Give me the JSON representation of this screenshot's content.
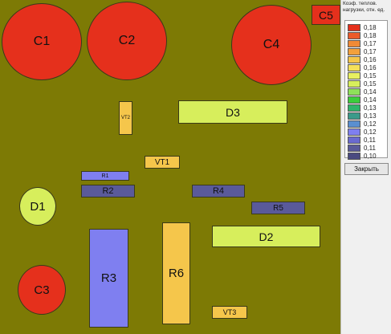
{
  "colors": {
    "board": "#7d7a05",
    "hot": "#e5301c",
    "yellow_green": "#d7ee5c",
    "orange_yellow": "#f5c64b",
    "blue_violet": "#7f7ff0",
    "slate": "#5a5a9a"
  },
  "components": [
    {
      "id": "C1",
      "label": "C1",
      "shape": "circle",
      "fill": "#e5301c"
    },
    {
      "id": "C2",
      "label": "C2",
      "shape": "circle",
      "fill": "#e5301c"
    },
    {
      "id": "C4",
      "label": "C4",
      "shape": "circle",
      "fill": "#e5301c"
    },
    {
      "id": "C5",
      "label": "C5",
      "shape": "rect",
      "fill": "#e5301c"
    },
    {
      "id": "C3",
      "label": "C3",
      "shape": "circle",
      "fill": "#e5301c"
    },
    {
      "id": "D1",
      "label": "D1",
      "shape": "circle",
      "fill": "#d7ee5c"
    },
    {
      "id": "D3",
      "label": "D3",
      "shape": "rect",
      "fill": "#d7ee5c"
    },
    {
      "id": "D2",
      "label": "D2",
      "shape": "rect",
      "fill": "#d7ee5c"
    },
    {
      "id": "VT2",
      "label": "VT2",
      "shape": "rect",
      "fill": "#f5c64b"
    },
    {
      "id": "VT1",
      "label": "VT1",
      "shape": "rect",
      "fill": "#f5c64b"
    },
    {
      "id": "VT3",
      "label": "VT3",
      "shape": "rect",
      "fill": "#f5c64b"
    },
    {
      "id": "R1",
      "label": "R1",
      "shape": "rect",
      "fill": "#7f7ff0"
    },
    {
      "id": "R2",
      "label": "R2",
      "shape": "rect",
      "fill": "#5a5a9a"
    },
    {
      "id": "R4",
      "label": "R4",
      "shape": "rect",
      "fill": "#5a5a9a"
    },
    {
      "id": "R5",
      "label": "R5",
      "shape": "rect",
      "fill": "#5a5a9a"
    },
    {
      "id": "R3",
      "label": "R3",
      "shape": "rect",
      "fill": "#7f7ff0"
    },
    {
      "id": "R6",
      "label": "R6",
      "shape": "rect",
      "fill": "#f5c64b"
    }
  ],
  "legend": {
    "title": "Коэф. теплов. нагрузки, отн. ед.",
    "items": [
      {
        "label": "0,18",
        "color": "#e5301c"
      },
      {
        "label": "0,18",
        "color": "#eb5a2a"
      },
      {
        "label": "0,17",
        "color": "#f08a36"
      },
      {
        "label": "0,17",
        "color": "#f3a03c"
      },
      {
        "label": "0,16",
        "color": "#f5c64b"
      },
      {
        "label": "0,16",
        "color": "#f5e05a"
      },
      {
        "label": "0,15",
        "color": "#e8f060"
      },
      {
        "label": "0,15",
        "color": "#d7ee5c"
      },
      {
        "label": "0,14",
        "color": "#8ee05a"
      },
      {
        "label": "0,14",
        "color": "#3ccd3c"
      },
      {
        "label": "0,13",
        "color": "#2fb56a"
      },
      {
        "label": "0,13",
        "color": "#3a9a8a"
      },
      {
        "label": "0,12",
        "color": "#5a8fd0"
      },
      {
        "label": "0,12",
        "color": "#7f7ff0"
      },
      {
        "label": "0,11",
        "color": "#6a6ad0"
      },
      {
        "label": "0,11",
        "color": "#5a5a9a"
      },
      {
        "label": "0,10",
        "color": "#4a4a80"
      }
    ],
    "close_label": "Закрыть"
  }
}
